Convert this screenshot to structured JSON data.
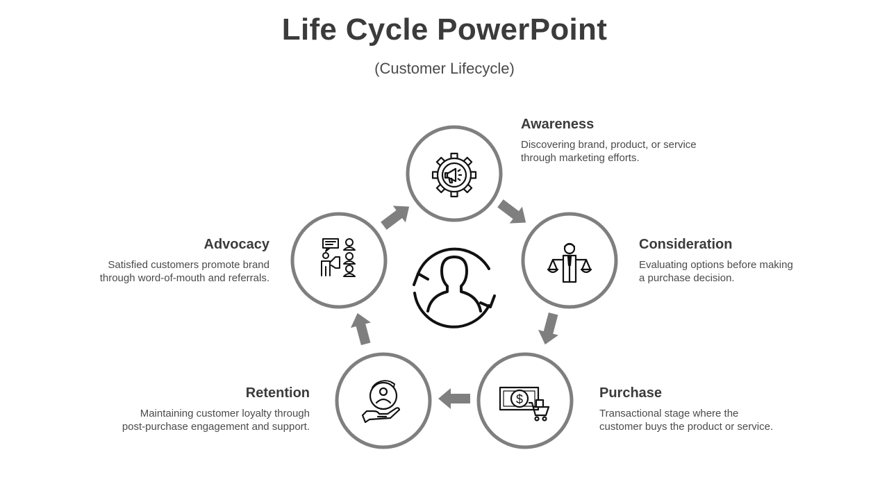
{
  "title": "Life Cycle PowerPoint",
  "subtitle": "(Customer Lifecycle)",
  "colors": {
    "ring": "#7f7f7f",
    "arrow": "#7f7f7f",
    "icon": "#111111",
    "text": "#3b3b3b"
  },
  "stages": [
    {
      "id": "awareness",
      "heading": "Awareness",
      "desc_line1": "Discovering brand, product, or service",
      "desc_line2": "through marketing efforts.",
      "icon": "gear-megaphone-icon"
    },
    {
      "id": "consideration",
      "heading": "Consideration",
      "desc_line1": "Evaluating options before making",
      "desc_line2": "a purchase decision.",
      "icon": "person-scales-icon"
    },
    {
      "id": "purchase",
      "heading": "Purchase",
      "desc_line1": "Transactional  stage where the",
      "desc_line2": "customer buys the product or service.",
      "icon": "money-cart-icon"
    },
    {
      "id": "retention",
      "heading": "Retention",
      "desc_line1": "Maintaining  customer loyalty through",
      "desc_line2": "post-purchase engagement and support.",
      "icon": "hand-person-cycle-icon"
    },
    {
      "id": "advocacy",
      "heading": "Advocacy",
      "desc_line1": "Satisfied customers promote brand",
      "desc_line2": "through word-of-mouth  and referrals.",
      "icon": "presenter-audience-icon"
    }
  ],
  "center_icon": "customer-cycle-icon"
}
